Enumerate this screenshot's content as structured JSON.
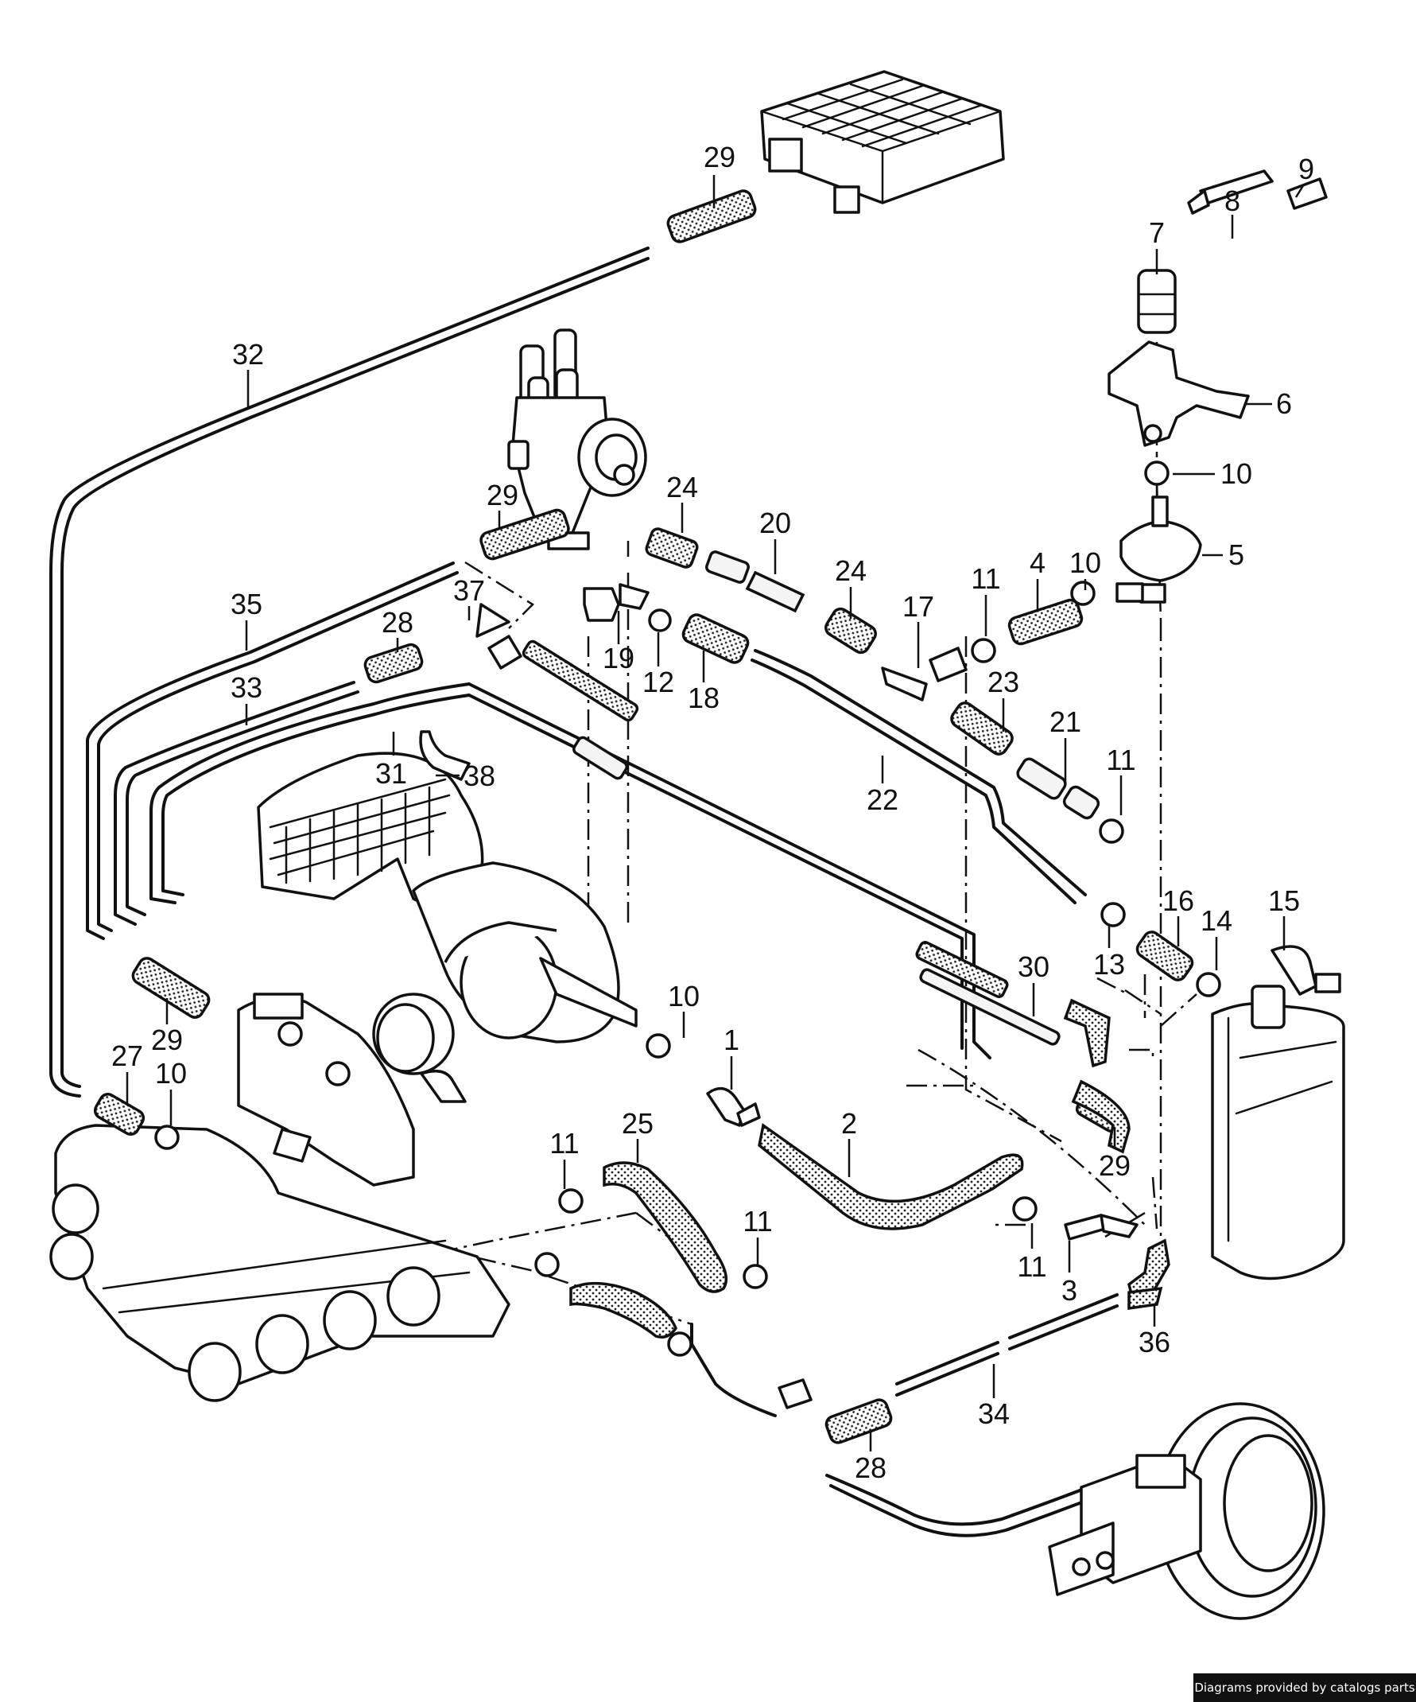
{
  "diagram": {
    "callouts": [
      "1",
      "2",
      "3",
      "4",
      "5",
      "6",
      "7",
      "8",
      "9",
      "10",
      "11",
      "12",
      "13",
      "14",
      "15",
      "16",
      "17",
      "18",
      "19",
      "20",
      "21",
      "22",
      "23",
      "24",
      "25",
      "27",
      "28",
      "29",
      "30",
      "31",
      "32",
      "33",
      "34",
      "35",
      "36",
      "37",
      "38"
    ]
  },
  "credit": "Diagrams provided by catalogs parts"
}
